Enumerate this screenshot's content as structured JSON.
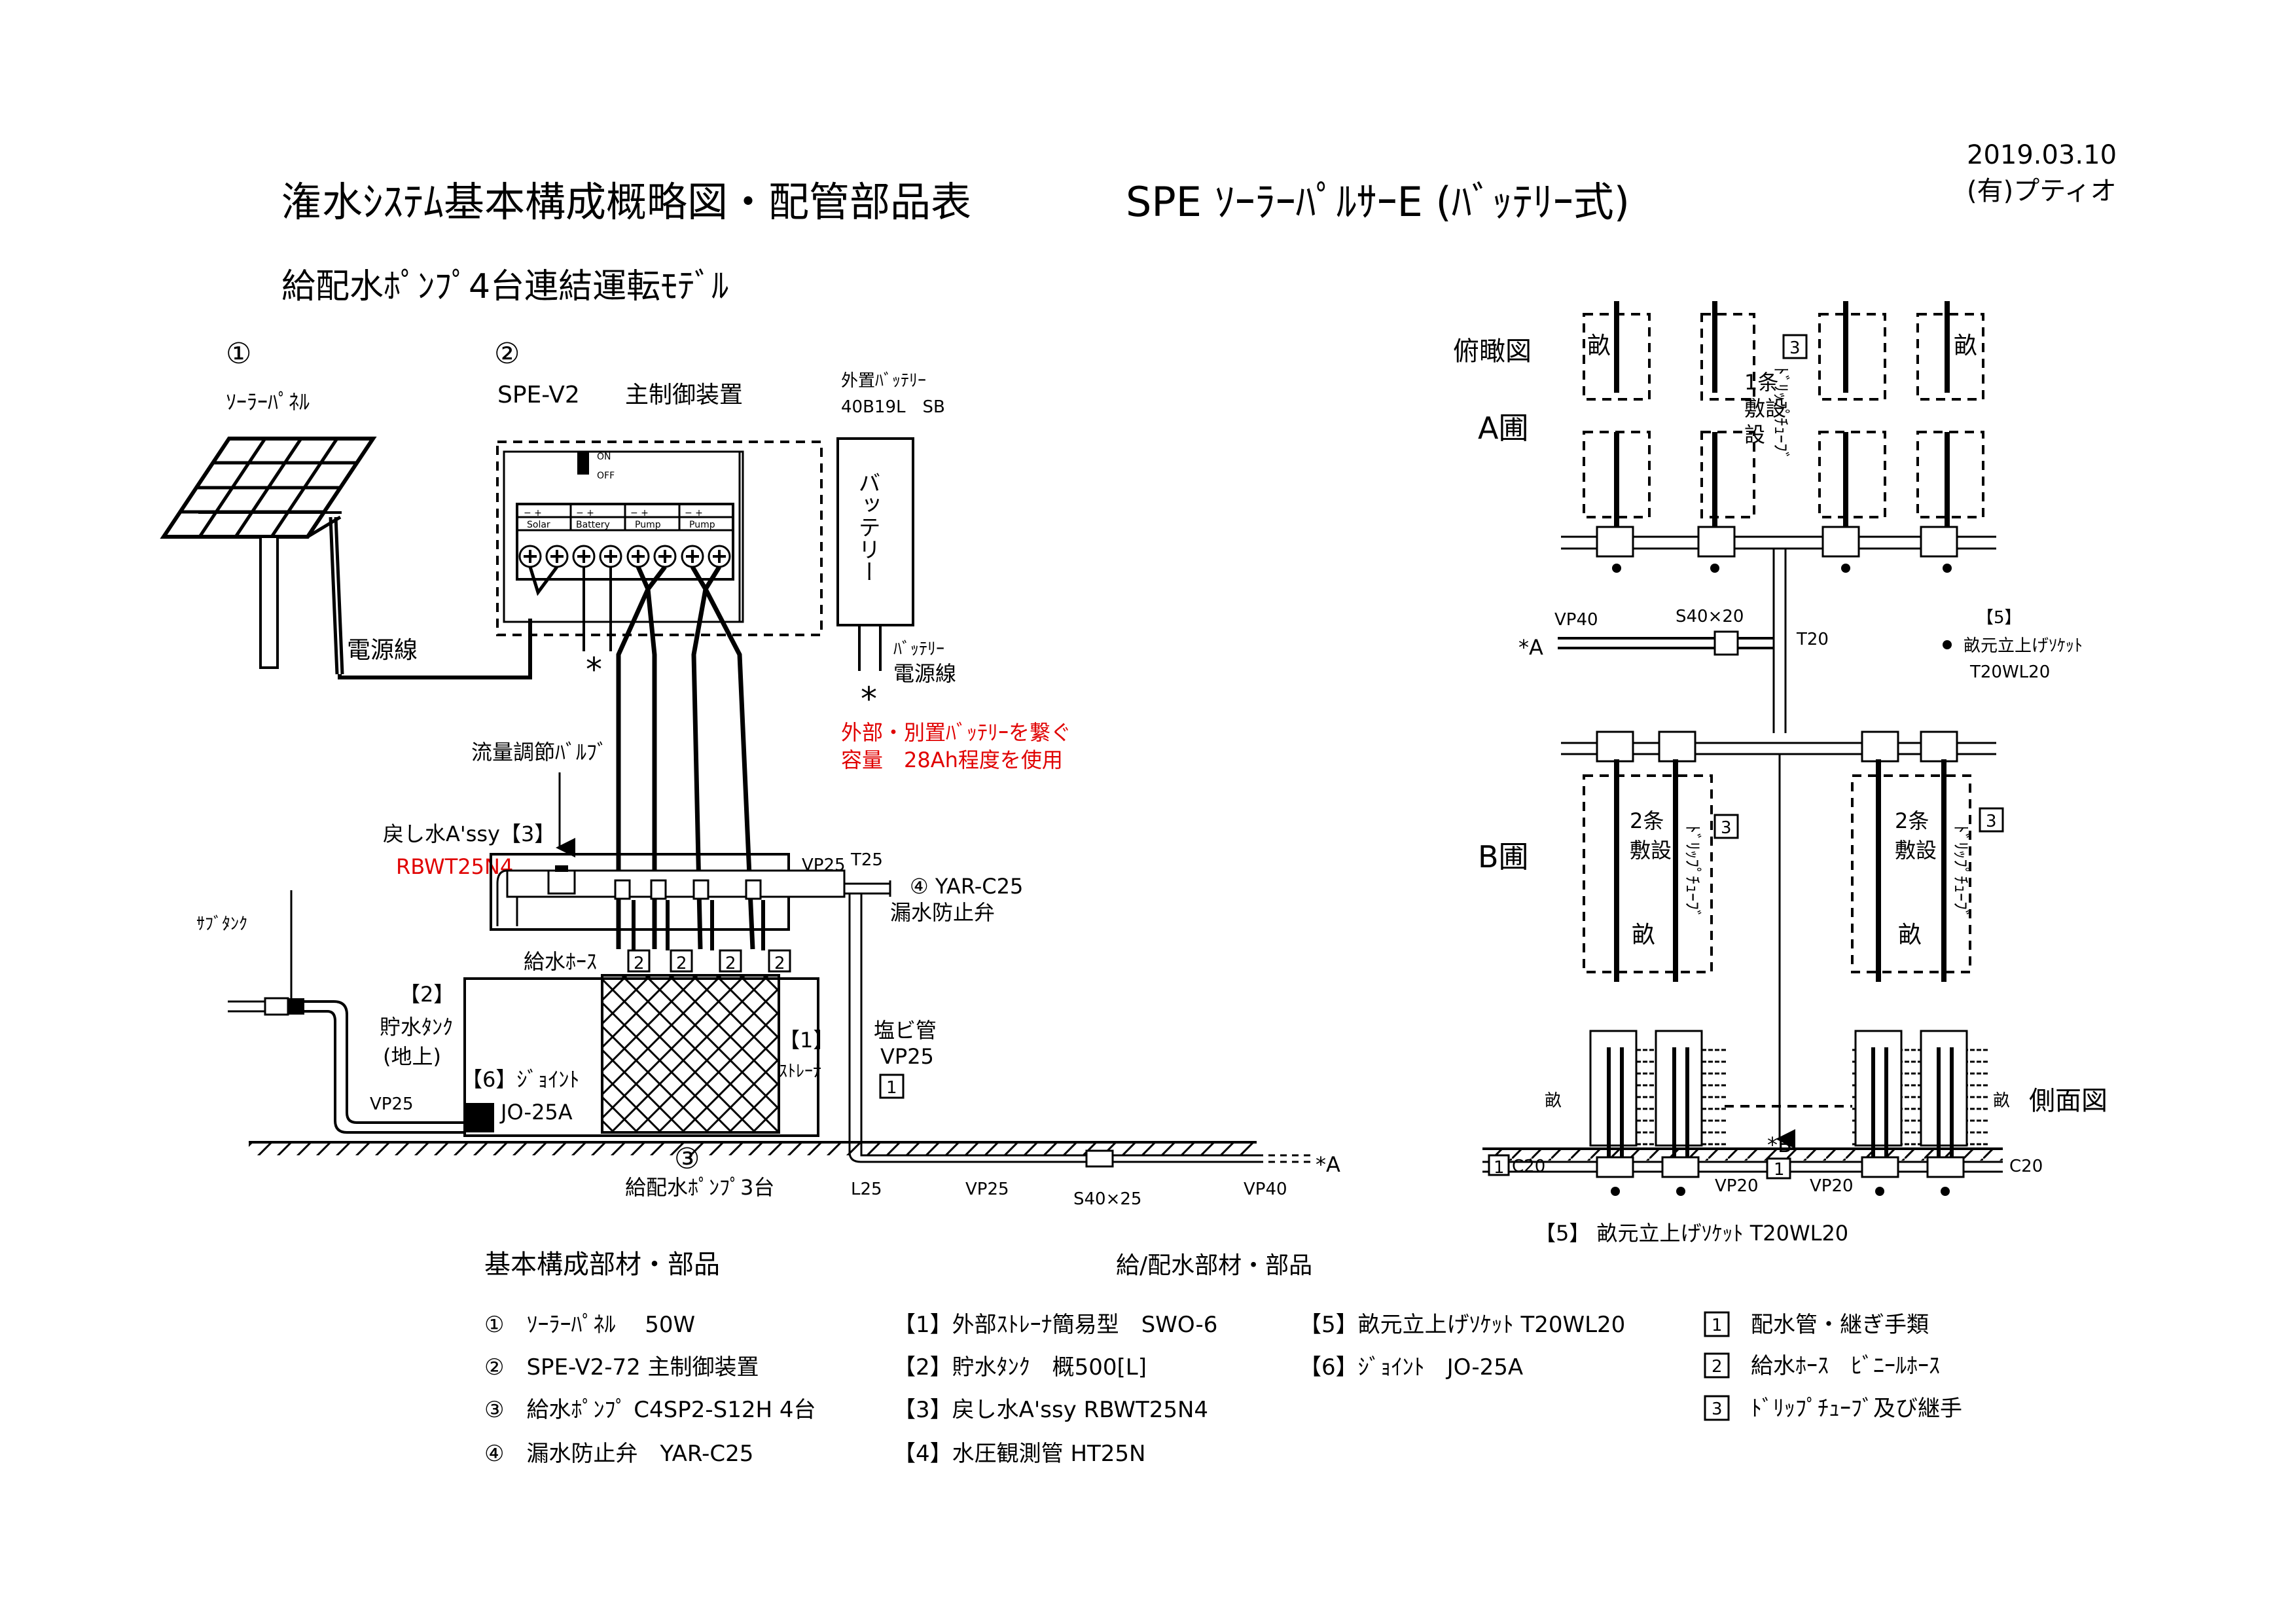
{
  "header": {
    "date": "2019.03.10",
    "company": "(有)プティオ",
    "title_left": "潅水ｼｽﾃﾑ基本構成概略図・配管部品表",
    "title_right": "SPE ｿｰﾗｰﾊﾟﾙｻｰE (ﾊﾞｯﾃﾘｰ式)",
    "subtitle": "給配水ﾎﾟﾝﾌﾟ4台連結運転ﾓﾃﾞﾙ"
  },
  "left_diagram": {
    "num1": "①",
    "solar_label": "ｿｰﾗｰﾊﾟﾈﾙ",
    "num2": "②",
    "spe_label": "SPE-V2",
    "controller_label": "主制御装置",
    "ext_battery_line1": "外置ﾊﾞｯﾃﾘｰ",
    "ext_battery_line2": "40B19L　SB",
    "battery_box_text": "バッテリー",
    "power_cable": "電源線",
    "battery_cable_line1": "ﾊﾞｯﾃﾘｰ",
    "battery_cable_line2": "電源線",
    "asterisk": "*",
    "asterisk2": "*",
    "red_note_line1": "外部・別置ﾊﾞｯﾃﾘｰを繋ぐ",
    "red_note_line2": "容量　28Ah程度を使用",
    "switch_on": "ON",
    "switch_off": "OFF",
    "terminal_labels": [
      "Solar",
      "Battery",
      "Pump",
      "Pump"
    ],
    "flow_valve": "流量調節ﾊﾞﾙﾌﾞ",
    "return_assy": "戻し水A'ssy【3】",
    "return_part": "RBWT25N4",
    "vp25_top": "VP25",
    "t25": "T25",
    "yar": "④ YAR-C25",
    "leak_valve": "漏水防止弁",
    "sub_tank": "ｻﾌﾞﾀﾝｸ",
    "tank_num": "【2】",
    "tank_line1": "貯水ﾀﾝｸ",
    "tank_line2": "(地上)",
    "supply_hose": "給水ﾎｰｽ",
    "hose_tag": "2",
    "strainer_num": "【1】",
    "strainer": "ｽﾄﾚｰﾅ",
    "pvc_line1": "塩ビ管",
    "pvc_line2": "VP25",
    "pvc_tag": "1",
    "joint_label": "【6】ｼﾞｮｲﾝﾄ",
    "joint_part": "JO-25A",
    "vp25_left": "VP25",
    "num3": "③",
    "pumps_label": "給配水ﾎﾟﾝﾌﾟ3台",
    "l25": "L25",
    "vp25_bottom": "VP25",
    "s40x25": "S40×25",
    "vp40_bottom": "VP40",
    "star_a": "*A"
  },
  "right_diagram": {
    "overhead_view": "俯瞰図",
    "ridge": "畝",
    "tag3": "3",
    "one_row_1": "1条",
    "one_row_2": "敷設",
    "drip_tube": "ﾄﾞﾘｯﾌﾟﾁｭｰﾌﾞ",
    "a_field": "A圃",
    "b_field": "B圃",
    "vp40": "VP40",
    "s40x20": "S40×20",
    "t20": "T20",
    "star_a": "*A",
    "item5_num": "【5】",
    "item5_line1": "畝元立上げｿｹｯﾄ",
    "item5_line2": "T20WL20",
    "two_row_1": "2条",
    "two_row_2": "敷設",
    "side_view": "側面図",
    "star_b": "*B",
    "c20": "C20",
    "vp20": "VP20",
    "tag1": "1",
    "bottom_caption": "【5】 畝元立上げｿｹｯﾄ T20WL20"
  },
  "parts_list": {
    "basic_title": "基本構成部材・部品",
    "supply_title": "給/配水部材・部品",
    "basic_items": [
      "①　ｿｰﾗｰﾊﾟﾈﾙ　 50W",
      "②　SPE-V2-72 主制御装置",
      "③　給水ﾎﾟﾝﾌﾟ C4SP2-S12H 4台",
      "④　漏水防止弁　YAR-C25"
    ],
    "supply_items": [
      "【1】外部ｽﾄﾚｰﾅ簡易型　SWO-6",
      "【2】貯水ﾀﾝｸ　概500[L]",
      "【3】戻し水A'ssy RBWT25N4",
      "【4】水圧観測管 HT25N"
    ],
    "extra_items": [
      "【5】畝元立上げｿｹｯﾄ T20WL20",
      "【6】ｼﾞｮｲﾝﾄ　JO-25A"
    ],
    "tag_items": [
      {
        "tag": "1",
        "text": "配水管・継ぎ手類"
      },
      {
        "tag": "2",
        "text": "給水ﾎｰｽ　ﾋﾞﾆｰﾙﾎｰｽ"
      },
      {
        "tag": "3",
        "text": "ﾄﾞﾘｯﾌﾟﾁｭｰﾌﾞ及び継手"
      }
    ]
  }
}
